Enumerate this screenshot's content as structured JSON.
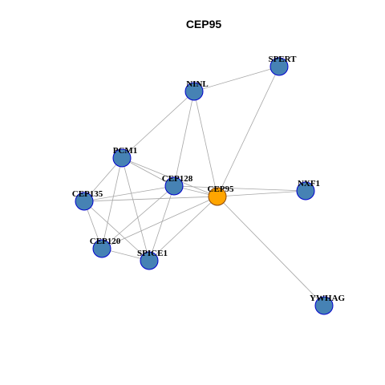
{
  "title": "CEP95",
  "colors": {
    "node_fill": "#4682B4",
    "node_stroke": "#0000CD",
    "center_fill": "#FFA500",
    "center_stroke": "#8B4500",
    "edge": "#A6A6A6"
  },
  "network": {
    "center": "CEP95",
    "nodes": [
      "SPERT",
      "NINL",
      "PCM1",
      "CEP128",
      "CEP95",
      "NXF1",
      "CEP135",
      "CEP120",
      "SPICE1",
      "YWHAG"
    ],
    "edges": [
      [
        "NINL",
        "SPERT"
      ],
      [
        "NINL",
        "PCM1"
      ],
      [
        "NINL",
        "CEP128"
      ],
      [
        "NINL",
        "CEP95"
      ],
      [
        "SPERT",
        "CEP95"
      ],
      [
        "PCM1",
        "CEP128"
      ],
      [
        "PCM1",
        "CEP95"
      ],
      [
        "PCM1",
        "CEP135"
      ],
      [
        "PCM1",
        "CEP120"
      ],
      [
        "PCM1",
        "SPICE1"
      ],
      [
        "CEP128",
        "CEP135"
      ],
      [
        "CEP128",
        "CEP120"
      ],
      [
        "CEP128",
        "SPICE1"
      ],
      [
        "CEP128",
        "CEP95"
      ],
      [
        "CEP128",
        "NXF1"
      ],
      [
        "CEP95",
        "NXF1"
      ],
      [
        "CEP95",
        "CEP135"
      ],
      [
        "CEP95",
        "CEP120"
      ],
      [
        "CEP95",
        "SPICE1"
      ],
      [
        "CEP95",
        "YWHAG"
      ],
      [
        "CEP135",
        "CEP120"
      ],
      [
        "CEP135",
        "SPICE1"
      ],
      [
        "CEP120",
        "SPICE1"
      ]
    ]
  }
}
